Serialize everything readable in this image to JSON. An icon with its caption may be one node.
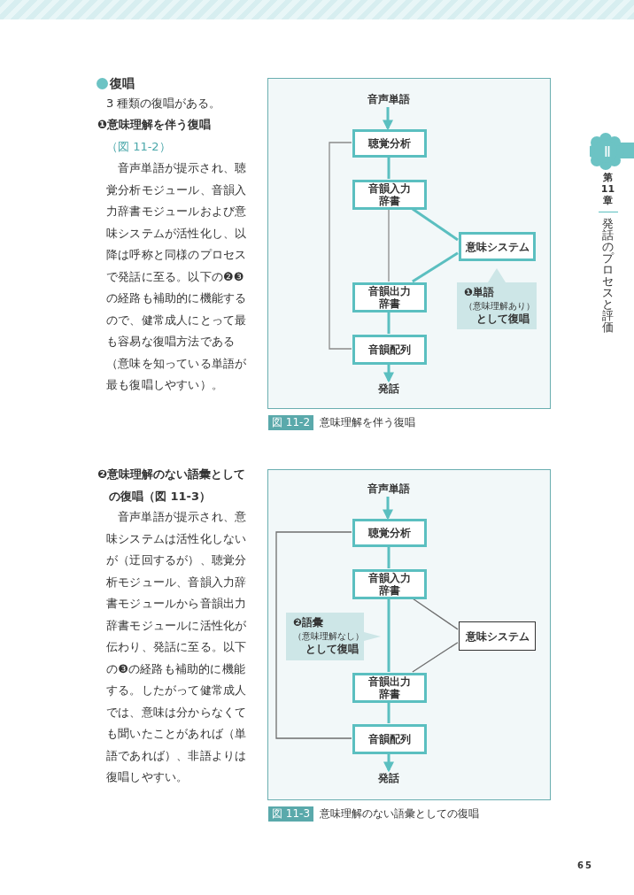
{
  "diagram": {
    "nodes": [
      {
        "text": [],
        "shape": "box",
        "beside": [
          "図 11-2",
          "意味理解を伴う復唱"
        ]
      },
      {
        "text": [
          "音声単語"
        ],
        "in": 0
      },
      {
        "text": [
          "聴覚分析"
        ],
        "in": 0
      },
      {
        "text": [
          "音韻入力辞書"
        ],
        "in": 0
      },
      {
        "text": [
          "意味システム"
        ],
        "in": 0
      },
      {
        "text": [
          "音韻出力辞書"
        ],
        "in": 0
      },
      {
        "text": [
          "音韻配列"
        ],
        "in": 0
      },
      {
        "text": [
          "発話"
        ],
        "in": 0
      },
      {
        "text": [
          "❶単語",
          "（意味理解あり）",
          "として復唱"
        ],
        "in": 0
      },
      {
        "text": [],
        "shape": "box",
        "beside": [
          "図 11-3",
          "意味理解のない語彙としての復唱"
        ]
      },
      {
        "text": [
          "音声単語"
        ],
        "in": 9
      },
      {
        "text": [
          "聴覚分析"
        ],
        "in": 9
      },
      {
        "text": [
          "音韻入力辞書"
        ],
        "in": 9
      },
      {
        "text": [
          "意味システム"
        ],
        "in": 9
      },
      {
        "text": [
          "音韻出力辞書"
        ],
        "in": 9
      },
      {
        "text": [
          "音韻配列"
        ],
        "in": 9
      },
      {
        "text": [
          "発話"
        ],
        "in": 9
      },
      {
        "text": [
          "❷語彙",
          "（意味理解なし）",
          "として復唱"
        ],
        "in": 9
      }
    ],
    "edges": [
      {
        "from": 1,
        "to": 2,
        "arrow": "to"
      },
      {
        "from": 2,
        "to": 3,
        "arrow": "none"
      },
      {
        "from": 3,
        "to": 4,
        "arrow": "none"
      },
      {
        "from": 4,
        "to": 5,
        "arrow": "none"
      },
      {
        "from": 3,
        "to": 5,
        "arrow": "none",
        "color": "#8a8a8a"
      },
      {
        "from": 5,
        "to": 6,
        "arrow": "none"
      },
      {
        "from": 2,
        "to": 6,
        "arrow": "none",
        "color": "#8a8a8a"
      },
      {
        "from": 6,
        "to": 7,
        "arrow": "to"
      },
      {
        "from": 10,
        "to": 11,
        "arrow": "to"
      },
      {
        "from": 11,
        "to": 12,
        "arrow": "none"
      },
      {
        "from": 12,
        "to": 13,
        "arrow": "none",
        "color": "#6e6e6e"
      },
      {
        "from": 13,
        "to": 14,
        "arrow": "none",
        "color": "#6e6e6e"
      },
      {
        "from": 12,
        "to": 14,
        "arrow": "none"
      },
      {
        "from": 14,
        "to": 15,
        "arrow": "none"
      },
      {
        "from": 11,
        "to": 15,
        "arrow": "none",
        "color": "#6e6e6e"
      },
      {
        "from": 15,
        "to": 16,
        "arrow": "to"
      }
    ],
    "labels": [
      "復唱",
      "3 種類の復唱がある。",
      "❶意味理解を伴う復唱",
      "（図 11-2）",
      "音声単語が提示され、聴覚分析モジュール、音韻入力辞書モジュールおよび意味システムが活性化し、以降は呼称と同様のプロセスで発話に至る。以下の❷❸の経路も補助的に機能するので、健常成人にとって最も容易な復唱方法である（意味を知っている単語が最も復唱しやすい）。",
      "❷意味理解のない語彙としての復唱（図 11-3）",
      "音声単語が提示され、意味システムは活性化しないが（迂回するが）、聴覚分析モジュール、音韻入力辞書モジュールから音韻出力辞書モジュールに活性化が伝わり、発話に至る。以下の❸の経路も補助的に機能する。したがって健常成人では、意味は分からなくても聞いたことがあれば（単語であれば）、非語よりは復唱しやすい。",
      "Ⅱ",
      "第11章",
      "発話のプロセスと評価",
      "65"
    ]
  }
}
